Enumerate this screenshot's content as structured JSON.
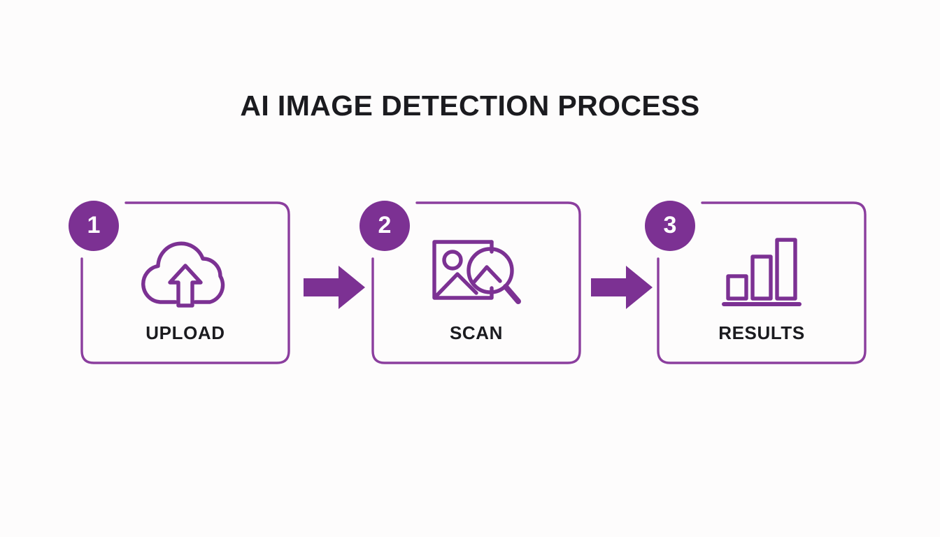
{
  "background_color": "#fdfcfc",
  "accent_color": "#7c3193",
  "border_color": "#8b3e9e",
  "text_color": "#1b1b1f",
  "header": {
    "title": "AI IMAGE DETECTION PROCESS"
  },
  "steps": [
    {
      "number": "1",
      "label": "UPLOAD",
      "icon": "cloud-upload-icon"
    },
    {
      "number": "2",
      "label": "SCAN",
      "icon": "image-search-icon"
    },
    {
      "number": "3",
      "label": "RESULTS",
      "icon": "bar-chart-icon"
    }
  ],
  "connectors": [
    {
      "icon": "arrow-right-icon"
    },
    {
      "icon": "arrow-right-icon"
    }
  ]
}
